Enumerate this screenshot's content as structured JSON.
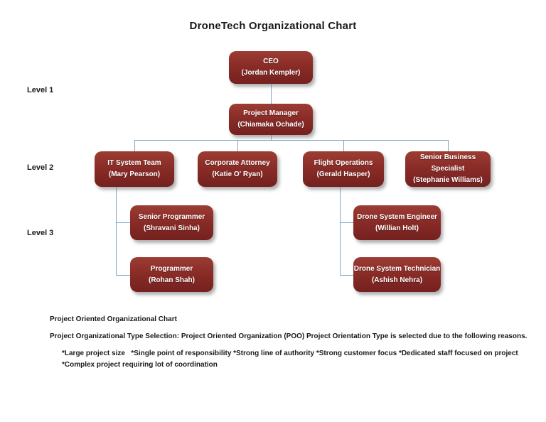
{
  "title": "DroneTech Organizational Chart",
  "colors": {
    "box_top": "#9c3d34",
    "box_mid": "#8a2c27",
    "box_bottom": "#74211f",
    "connector": "#7ea6c9"
  },
  "levels": [
    {
      "label": "Level 1"
    },
    {
      "label": "Level 2"
    },
    {
      "label": "Level 3"
    }
  ],
  "nodes": {
    "ceo": {
      "role": "CEO",
      "name": "(Jordan Kempler)"
    },
    "pm": {
      "role": "Project Manager",
      "name": "(Chiamaka Ochade)"
    },
    "it": {
      "role": "IT System Team",
      "name": "(Mary Pearson)"
    },
    "attorney": {
      "role": "Corporate Attorney",
      "name": "(Katie O' Ryan)"
    },
    "flight": {
      "role": "Flight Operations",
      "name": "(Gerald Hasper)"
    },
    "sbs": {
      "role": "Senior Business Specialist",
      "name": "(Stephanie Williams)"
    },
    "srprog": {
      "role": "Senior Programmer",
      "name": "(Shravani Sinha)"
    },
    "prog": {
      "role": "Programmer",
      "name": "(Rohan Shah)"
    },
    "dse": {
      "role": "Drone System Engineer",
      "name": "(Willian Holt)"
    },
    "dst": {
      "role": "Drone System Technician",
      "name": "(Ashish Nehra)"
    }
  },
  "footer": {
    "line1": "Project Oriented Organizational Chart",
    "line2": "Project Organizational Type Selection: Project Oriented Organization (POO) Project Orientation Type is selected due to the following reasons.",
    "line3": "*Large project size   *Single point of responsibility *Strong line of authority *Strong customer focus *Dedicated staff focused on project",
    "line4": "*Complex project requiring lot of coordination"
  }
}
